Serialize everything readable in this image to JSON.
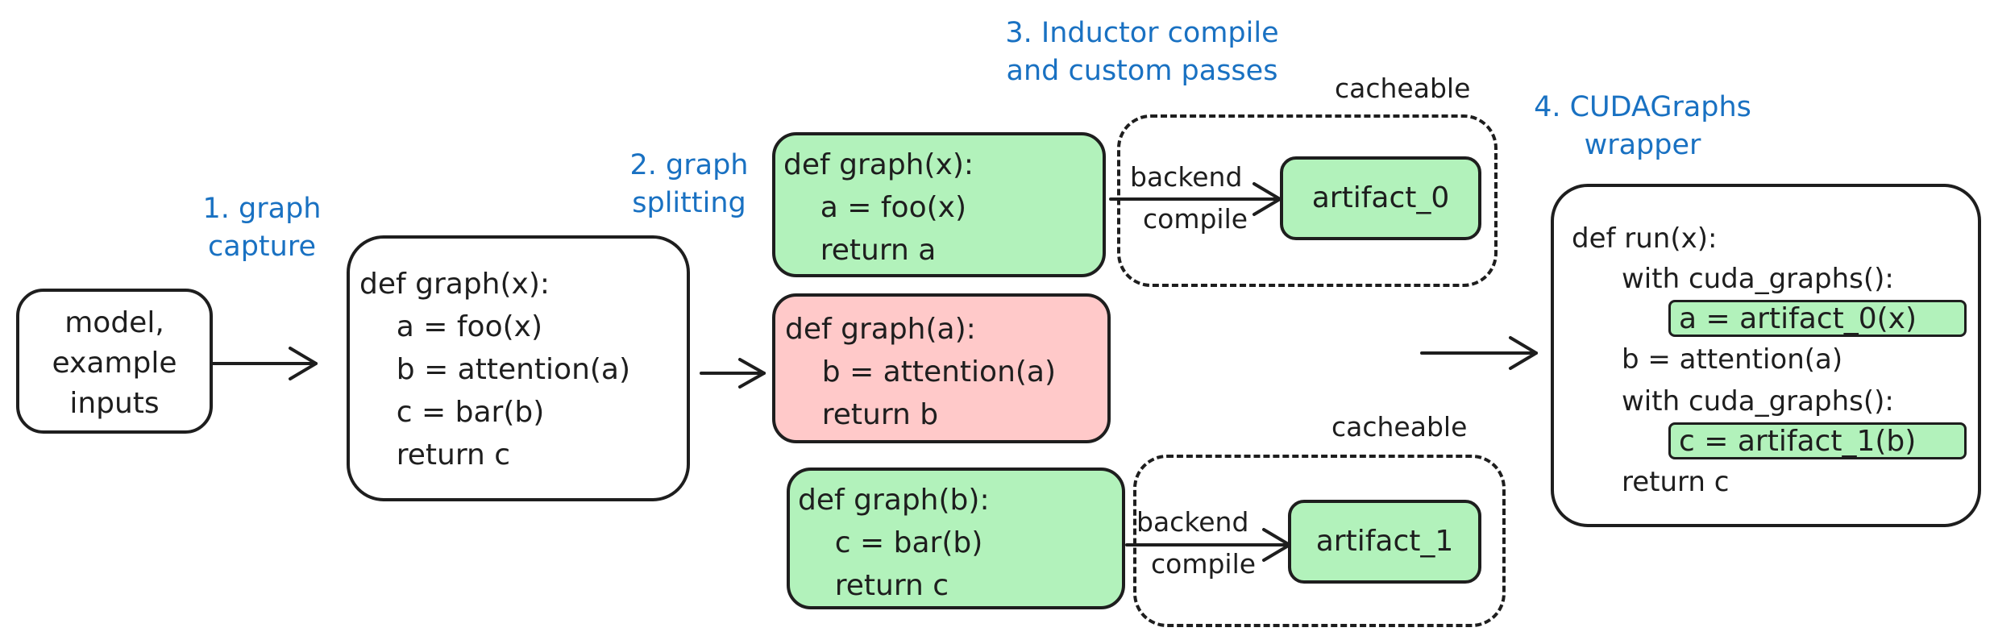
{
  "stages": {
    "s1": "1. graph\ncapture",
    "s2": "2. graph\nsplitting",
    "s3": "3. Inductor compile\nand custom passes",
    "s4": "4. CUDAGraphs\nwrapper"
  },
  "input_box": "model,\nexample\ninputs",
  "full_graph": "def graph(x):\n    a = foo(x)\n    b = attention(a)\n    c = bar(b)\n    return c",
  "subgraph_0": "def graph(x):\n    a = foo(x)\n    return a",
  "subgraph_attn": "def graph(a):\n    b = attention(a)\n    return b",
  "subgraph_1": "def graph(b):\n    c = bar(b)\n    return c",
  "cache_top": {
    "label": "cacheable",
    "backend_line1": "backend",
    "backend_line2": "compile",
    "artifact": "artifact_0"
  },
  "cache_bottom": {
    "label": "cacheable",
    "backend_line1": "backend",
    "backend_line2": "compile",
    "artifact": "artifact_1"
  },
  "wrapper": {
    "line1": "def run(x):",
    "line2": "with cuda_graphs():",
    "line3": "a = artifact_0(x)",
    "line4": "b = attention(a)",
    "line5": "with cuda_graphs():",
    "line6": "c = artifact_1(b)",
    "line7": "return c"
  },
  "colors": {
    "stage_label": "#1971c2",
    "green_fill": "#b2f2bb",
    "red_fill": "#ffc9c9",
    "stroke": "#1e1e1e"
  }
}
